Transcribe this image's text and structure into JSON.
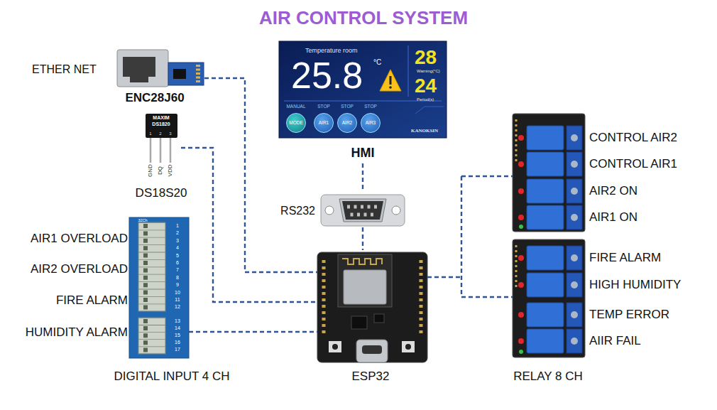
{
  "diagram": {
    "title": "AIR CONTROL SYSTEM",
    "nodes": [
      {
        "text": [
          "ENC28J60"
        ]
      },
      {
        "text": [
          "HMI"
        ]
      },
      {
        "text": [
          "MODE"
        ],
        "in": 1
      },
      {
        "text": [
          "AIR1"
        ],
        "in": 1
      },
      {
        "text": [
          "AIR2"
        ],
        "in": 1
      },
      {
        "text": [
          "AIR3"
        ],
        "in": 1
      },
      {
        "text": [
          "DS18S20"
        ]
      },
      {
        "text": [
          "RS232"
        ]
      },
      {
        "text": [
          "ESP32"
        ]
      },
      {
        "text": [
          "DIGITAL INPUT 4 CH"
        ]
      },
      {
        "text": [
          "RELAY 8 CH"
        ]
      }
    ],
    "edges": [
      {
        "from": 0,
        "to": 8,
        "arrow": "none"
      },
      {
        "from": 6,
        "to": 8,
        "arrow": "none"
      },
      {
        "from": 1,
        "to": 7,
        "arrow": "none"
      },
      {
        "from": 7,
        "to": 8,
        "arrow": "none"
      },
      {
        "from": 9,
        "to": 8,
        "arrow": "none"
      },
      {
        "from": 8,
        "to": 10,
        "arrow": "none"
      }
    ],
    "labels": [
      "ETHER NET",
      "Temperature room",
      "25.8",
      "°C",
      "28",
      "Warning(°C)",
      "24",
      "Period(s)",
      "MANUAL",
      "STOP",
      "STOP",
      "STOP",
      "KANOKSIN",
      "MAXIM",
      "DS1820",
      "1",
      "2",
      "3",
      "GND",
      "DQ",
      "VDD",
      "32Ch",
      "1",
      "2",
      "3",
      "4",
      "5",
      "6",
      "7",
      "8",
      "9",
      "10",
      "11",
      "12",
      "13",
      "14",
      "15",
      "16",
      "17",
      "AIR1 OVERLOAD",
      "AIR2 OVERLOAD",
      "FIRE ALARM",
      "HUMIDITY ALARM",
      "CONTROL AIR2",
      "CONTROL AIR1",
      "AIR2 ON",
      "AIR1 ON",
      "FIRE ALARM",
      "HIGH HUMIDITY",
      "TEMP ERROR",
      "AIIR FAIL"
    ]
  }
}
